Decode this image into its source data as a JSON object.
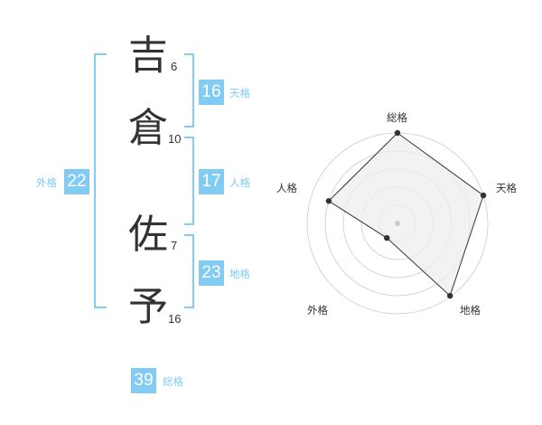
{
  "name_chars": [
    {
      "char": "吉",
      "strokes": "6"
    },
    {
      "char": "倉",
      "strokes": "10"
    },
    {
      "char": "佐",
      "strokes": "7"
    },
    {
      "char": "予",
      "strokes": "16"
    }
  ],
  "scores": {
    "tenkaku": {
      "value": "16",
      "label": "天格"
    },
    "jinkaku": {
      "value": "17",
      "label": "人格"
    },
    "chikaku": {
      "value": "23",
      "label": "地格"
    },
    "gaikaku": {
      "value": "22",
      "label": "外格"
    },
    "soukaku": {
      "value": "39",
      "label": "総格"
    }
  },
  "colors": {
    "accent": "#82ccf4",
    "text": "#333333",
    "radar_fill": "#eeeeee",
    "radar_grid": "#cccccc"
  },
  "radar": {
    "axes": [
      "総格",
      "天格",
      "地格",
      "外格",
      "人格"
    ],
    "levels": [
      1.0,
      1.0,
      0.99,
      0.2,
      0.8
    ]
  }
}
